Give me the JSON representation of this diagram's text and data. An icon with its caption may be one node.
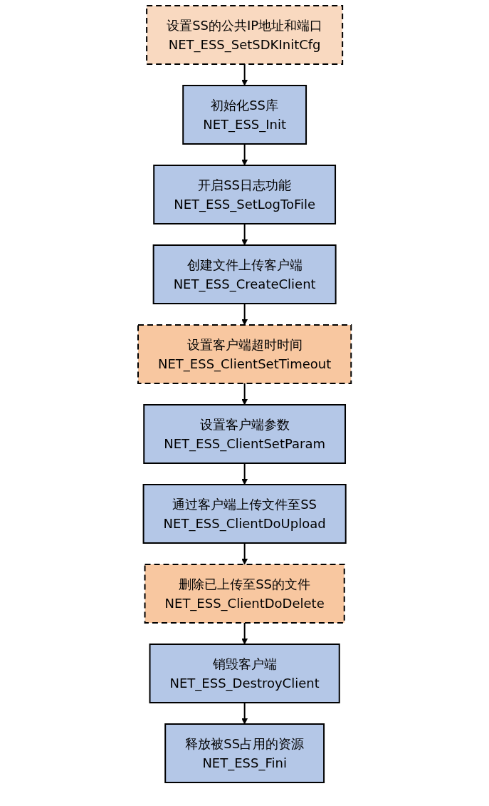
{
  "diagram": {
    "nodes": [
      {
        "text": [
          "设置SS的公共IP地址和端口",
          "NET_ESS_SetSDKInitCfg"
        ]
      },
      {
        "text": [
          "初始化SS库",
          "NET_ESS_Init"
        ]
      },
      {
        "text": [
          "开启SS日志功能",
          "NET_ESS_SetLogToFile"
        ]
      },
      {
        "text": [
          "创建文件上传客户端",
          "NET_ESS_CreateClient"
        ]
      },
      {
        "text": [
          "设置客户端超时时间",
          "NET_ESS_ClientSetTimeout"
        ]
      },
      {
        "text": [
          "设置客户端参数",
          "NET_ESS_ClientSetParam"
        ]
      },
      {
        "text": [
          "通过客户端上传文件至SS",
          "NET_ESS_ClientDoUpload"
        ]
      },
      {
        "text": [
          "删除已上传至SS的文件",
          "NET_ESS_ClientDoDelete"
        ]
      },
      {
        "text": [
          "销毁客户端",
          "NET_ESS_DestroyClient"
        ]
      },
      {
        "text": [
          "释放被SS占用的资源",
          "NET_ESS_Fini"
        ]
      }
    ],
    "edges": [
      {
        "from": 0,
        "to": 1,
        "arrow": "to"
      },
      {
        "from": 1,
        "to": 2,
        "arrow": "to"
      },
      {
        "from": 2,
        "to": 3,
        "arrow": "to"
      },
      {
        "from": 3,
        "to": 4,
        "arrow": "to"
      },
      {
        "from": 4,
        "to": 5,
        "arrow": "to"
      },
      {
        "from": 5,
        "to": 6,
        "arrow": "to"
      },
      {
        "from": 6,
        "to": 7,
        "arrow": "to"
      },
      {
        "from": 7,
        "to": 8,
        "arrow": "to"
      },
      {
        "from": 8,
        "to": 9,
        "arrow": "to"
      }
    ]
  }
}
